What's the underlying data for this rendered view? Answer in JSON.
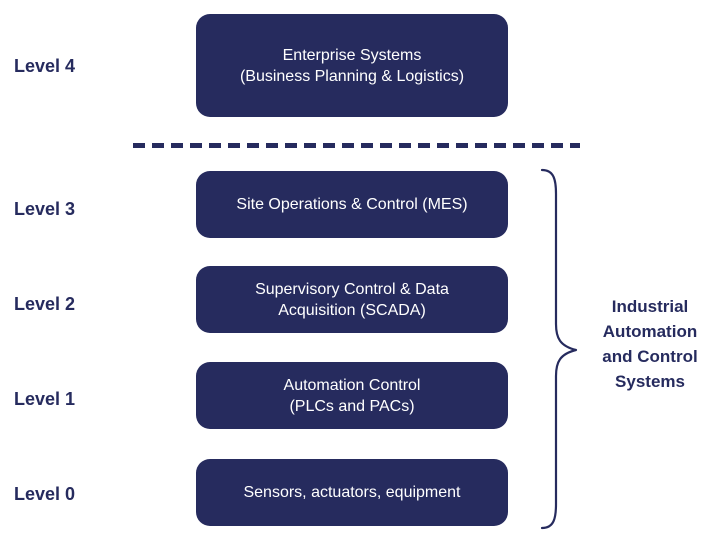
{
  "levels": [
    {
      "label": "Level 4",
      "box_lines": [
        "Enterprise Systems",
        "(Business Planning & Logistics)"
      ]
    },
    {
      "label": "Level 3",
      "box_lines": [
        "Site Operations & Control (MES)"
      ]
    },
    {
      "label": "Level 2",
      "box_lines": [
        "Supervisory Control & Data",
        "Acquisition (SCADA)"
      ]
    },
    {
      "label": "Level 1",
      "box_lines": [
        "Automation Control",
        "(PLCs and PACs)"
      ]
    },
    {
      "label": "Level 0",
      "box_lines": [
        "Sensors, actuators, equipment"
      ]
    }
  ],
  "group": {
    "lines": [
      "Industrial",
      "Automation",
      "and Control",
      "Systems"
    ]
  },
  "colors": {
    "box_fill": "#262b5e",
    "box_text": "#ffffff",
    "label_text": "#262b5e"
  }
}
